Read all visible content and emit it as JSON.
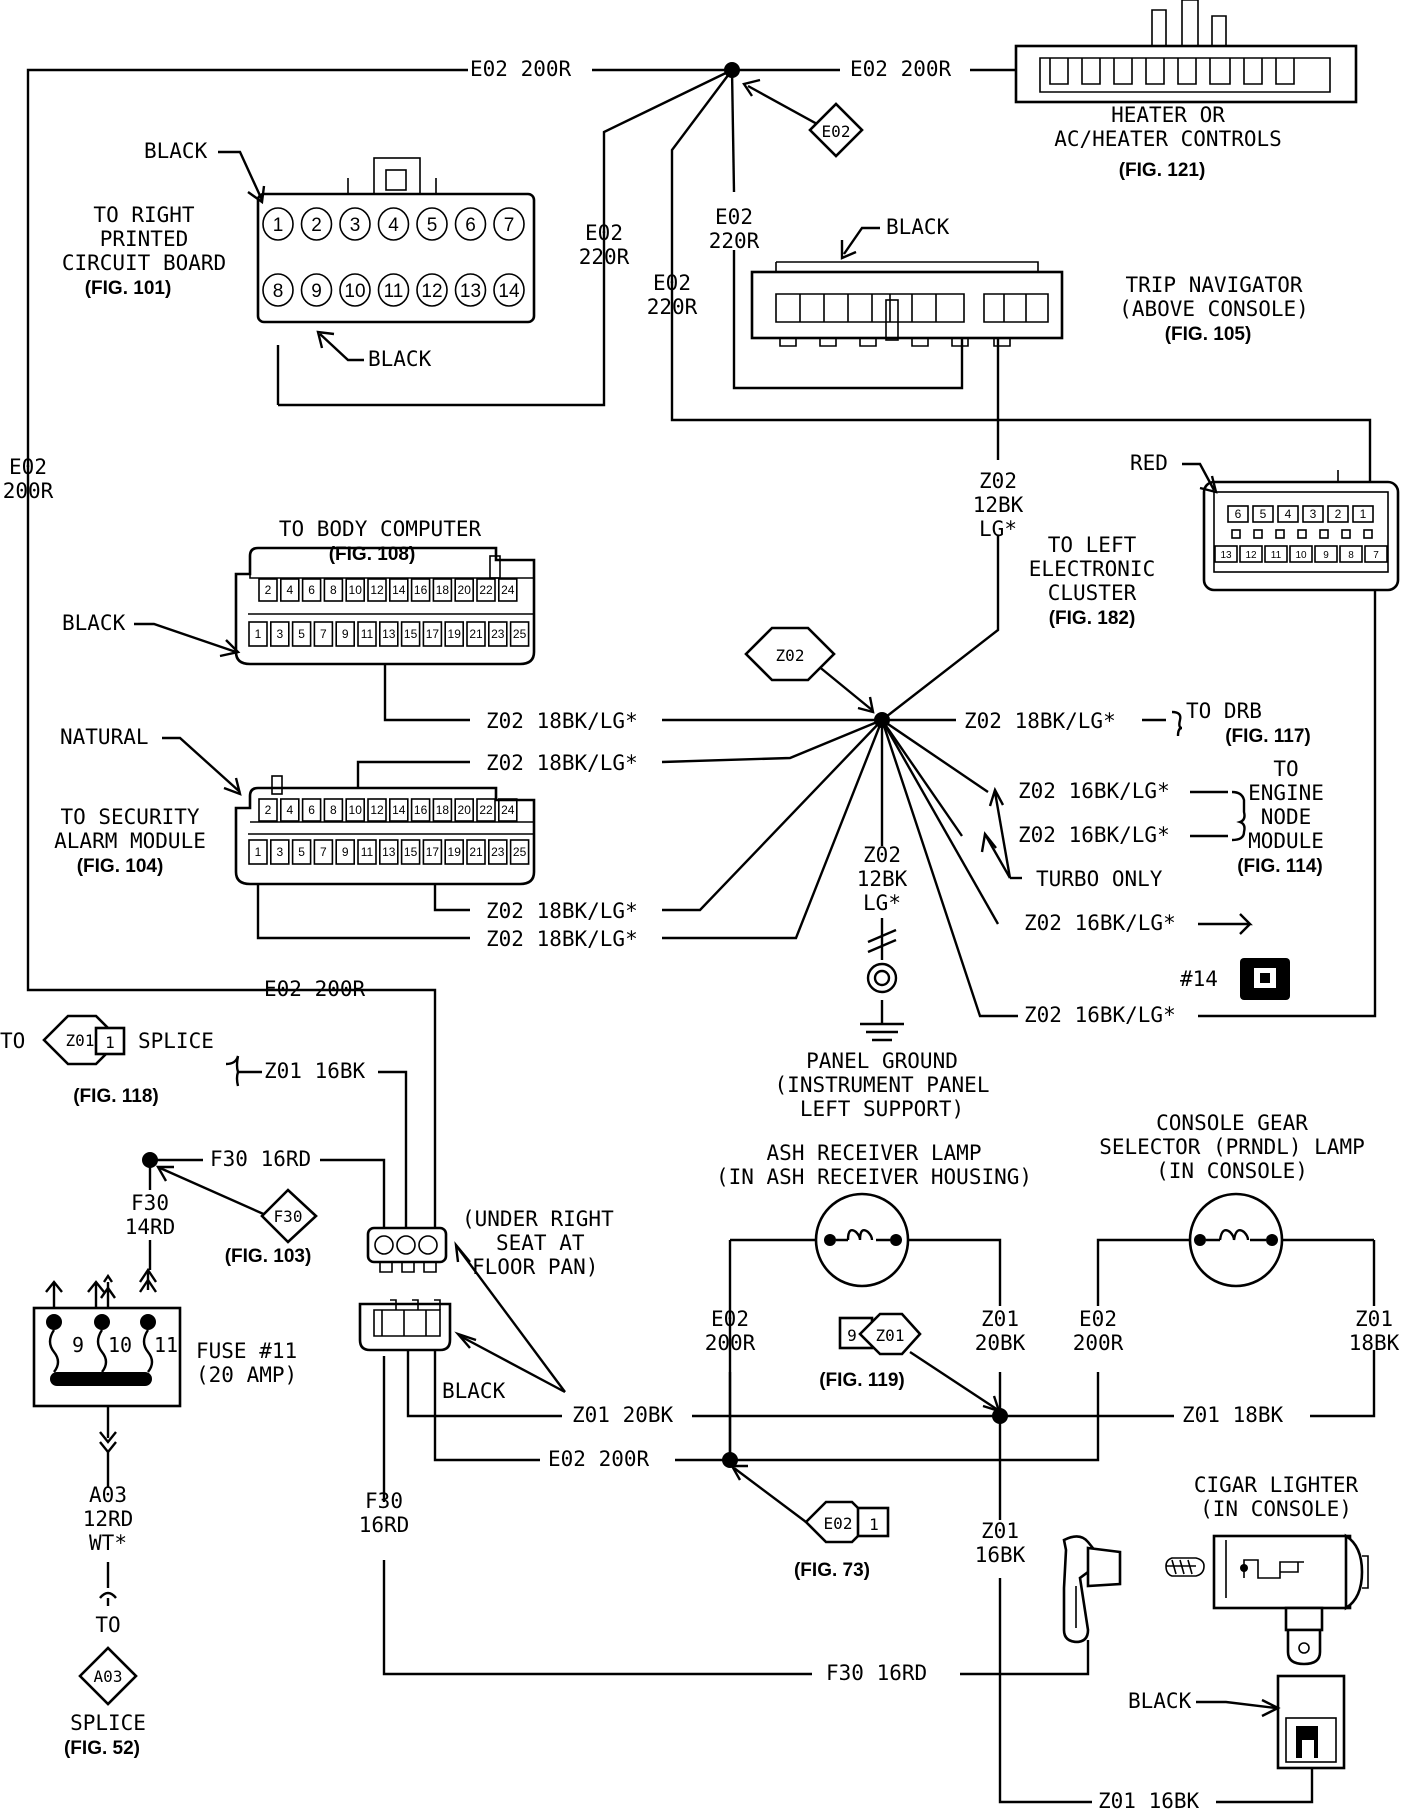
{
  "labels": {
    "e02_200r": "E02 200R",
    "e02": "E02",
    "r200": "200R",
    "r220": "220R",
    "z02": "Z02",
    "bk12": "12BK",
    "lg": "LG*",
    "z02_18": "Z02 18BK/LG*",
    "z02_16": "Z02 16BK/LG*",
    "z01_16bk": "Z01 16BK",
    "z01_20bk": "Z01 20BK",
    "z01_18bk": "Z01 18BK",
    "z01": "Z01",
    "bk20": "20BK",
    "bk18": "18BK",
    "bk16": "16BK",
    "f30": "F30",
    "f30_16rd": "F30 16RD",
    "rd14": "14RD",
    "rd16": "16RD",
    "a03": "A03",
    "rd12": "12RD",
    "wt": "WT*",
    "to": "TO",
    "splice": "SPLICE",
    "black": "BLACK",
    "red": "RED",
    "natural": "NATURAL",
    "turbo": "TURBO ONLY",
    "n14": "#14"
  },
  "components": {
    "heater": {
      "line1": "HEATER OR",
      "line2": "AC/HEATER CONTROLS",
      "fig": "(FIG. 121)"
    },
    "right_pcb": {
      "line1": "TO RIGHT",
      "line2": "PRINTED",
      "line3": "CIRCUIT BOARD",
      "fig": "(FIG. 101)"
    },
    "trip_nav": {
      "line1": "TRIP NAVIGATOR",
      "line2": "(ABOVE CONSOLE)",
      "fig": "(FIG. 105)"
    },
    "body_computer": {
      "line1": "TO BODY COMPUTER",
      "fig": "(FIG. 108)"
    },
    "left_cluster": {
      "line1": "TO LEFT",
      "line2": "ELECTRONIC",
      "line3": "CLUSTER",
      "fig": "(FIG. 182)"
    },
    "security": {
      "line1": "TO SECURITY",
      "line2": "ALARM MODULE",
      "fig": "(FIG. 104)"
    },
    "drb": {
      "line1": "TO DRB",
      "fig": "(FIG. 117)"
    },
    "engine_node": {
      "line1": "TO",
      "line2": "ENGINE",
      "line3": "NODE",
      "line4": "MODULE",
      "fig": "(FIG. 114)"
    },
    "panel_ground": {
      "line1": "PANEL GROUND",
      "line2": "(INSTRUMENT PANEL",
      "line3": "LEFT SUPPORT)"
    },
    "splice_z01": {
      "fig": "(FIG. 118)"
    },
    "f30_splice": {
      "fig": "(FIG. 103)"
    },
    "under_seat": {
      "line1": "(UNDER RIGHT",
      "line2": "SEAT AT",
      "line3": "FLOOR PAN)"
    },
    "fuse": {
      "line1": "FUSE #11",
      "line2": "(20 AMP)",
      "pins": [
        "9",
        "10",
        "11"
      ]
    },
    "ash_lamp": {
      "line1": "ASH RECEIVER LAMP",
      "line2": "(IN ASH RECEIVER HOUSING)"
    },
    "prndl": {
      "line1": "CONSOLE GEAR",
      "line2": "SELECTOR (PRNDL) LAMP",
      "line3": "(IN CONSOLE)"
    },
    "fig119": {
      "fig": "(FIG. 119)"
    },
    "fig73": {
      "fig": "(FIG. 73)"
    },
    "cigar": {
      "line1": "CIGAR LIGHTER",
      "line2": "(IN CONSOLE)"
    },
    "a03_splice": {
      "fig": "(FIG. 52)"
    }
  },
  "splices": {
    "e02": "E02",
    "z02": "Z02",
    "z01": "Z01",
    "f30": "F30",
    "a03": "A03",
    "one": "1",
    "nine": "9"
  },
  "pins": {
    "pcb_top": [
      "1",
      "2",
      "3",
      "4",
      "5",
      "6",
      "7"
    ],
    "pcb_bottom": [
      "8",
      "9",
      "10",
      "11",
      "12",
      "13",
      "14"
    ],
    "body_top": [
      "2",
      "4",
      "6",
      "8",
      "10",
      "12",
      "14",
      "16",
      "18",
      "20",
      "22",
      "24"
    ],
    "body_bottom": [
      "1",
      "3",
      "5",
      "7",
      "9",
      "11",
      "13",
      "15",
      "17",
      "19",
      "21",
      "23",
      "25"
    ],
    "cluster_top": [
      "6",
      "5",
      "4",
      "3",
      "2",
      "1"
    ],
    "cluster_bottom": [
      "13",
      "12",
      "11",
      "10",
      "9",
      "8",
      "7"
    ]
  }
}
